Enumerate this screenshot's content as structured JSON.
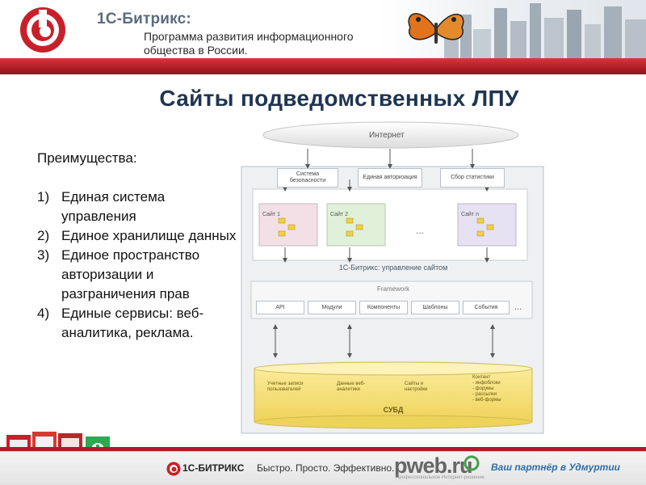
{
  "header": {
    "brand": "1С-Битрикс:",
    "program_line1": "Программа развития информационного",
    "program_line2": "общества в России."
  },
  "title": "Сайты подведомственных ЛПУ",
  "advantages": {
    "heading": "Преимущества:",
    "items": [
      {
        "num": "1)",
        "text": "Единая система управления"
      },
      {
        "num": "2)",
        "text": "Единое хранилище данных"
      },
      {
        "num": "3)",
        "text": "Единое пространство авторизации и разграничения прав"
      },
      {
        "num": "4)",
        "text": "Единые сервисы: веб-аналитика, реклама."
      }
    ]
  },
  "diagram": {
    "internet": "Интернет",
    "top_boxes": [
      "Система безопасности",
      "Единая авторизация",
      "Сбор статистики"
    ],
    "sites": [
      "Сайт 1",
      "Сайт 2",
      "Сайт n"
    ],
    "ellipsis": "...",
    "platform_label": "1С-Битрикс: управление сайтом",
    "framework": "Framework",
    "framework_items": [
      "API",
      "Модули",
      "Компоненты",
      "Шаблоны",
      "События"
    ],
    "db_label": "СУБД",
    "db_items": [
      "Учетные записи пользователей",
      "Данные веб-аналитики",
      "Сайты и настройки"
    ],
    "db_content_title": "Контент",
    "db_content_items": [
      "- инфоблоки",
      "- форумы",
      "- рассылки",
      "- веб-формы"
    ]
  },
  "footer": {
    "brand": "1С-БИТРИКС",
    "slogan": "Быстро. Просто. Эффективно.",
    "pweb": "pweb.ru",
    "pweb_sub": "Профессиональное Интернет-решение",
    "partner": "Ваш партнёр в Удмуртии"
  },
  "colors": {
    "brand_red": "#b01c24",
    "title_blue": "#1f3550",
    "db_yellow": "#f7e27a"
  }
}
